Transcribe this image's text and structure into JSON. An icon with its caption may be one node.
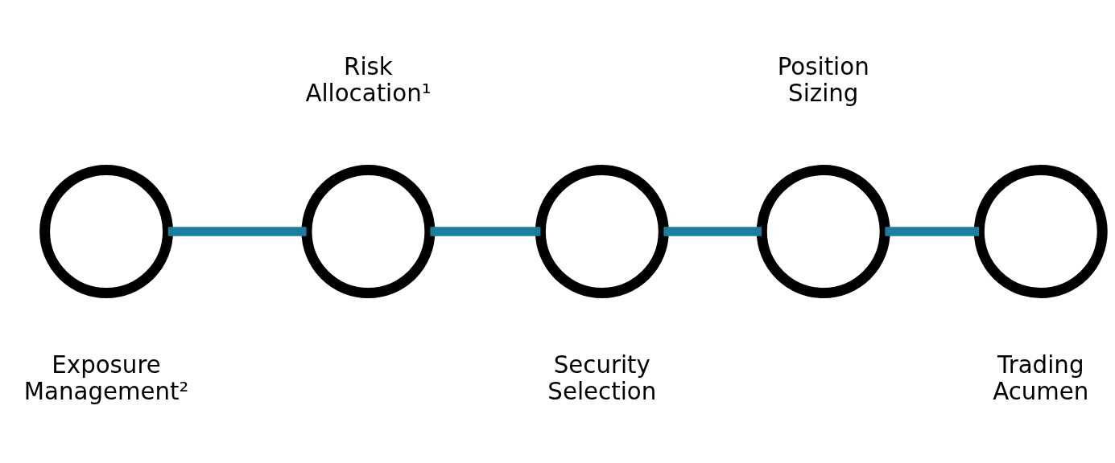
{
  "diagram": {
    "nodes": [
      {
        "text": [],
        "shape": "circle",
        "beside": [
          "Exposure Management²"
        ]
      },
      {
        "text": [],
        "shape": "circle",
        "beside": [
          "Risk Allocation¹"
        ]
      },
      {
        "text": [],
        "shape": "circle",
        "beside": [
          "Security Selection"
        ]
      },
      {
        "text": [],
        "shape": "circle",
        "beside": [
          "Position Sizing"
        ]
      },
      {
        "text": [],
        "shape": "circle",
        "beside": [
          "Trading Acumen"
        ]
      }
    ],
    "edges": [
      {
        "from": 0,
        "to": 1,
        "arrow": "none"
      },
      {
        "from": 1,
        "to": 2,
        "arrow": "none"
      },
      {
        "from": 2,
        "to": 3,
        "arrow": "none"
      },
      {
        "from": 3,
        "to": 4,
        "arrow": "none"
      }
    ]
  }
}
